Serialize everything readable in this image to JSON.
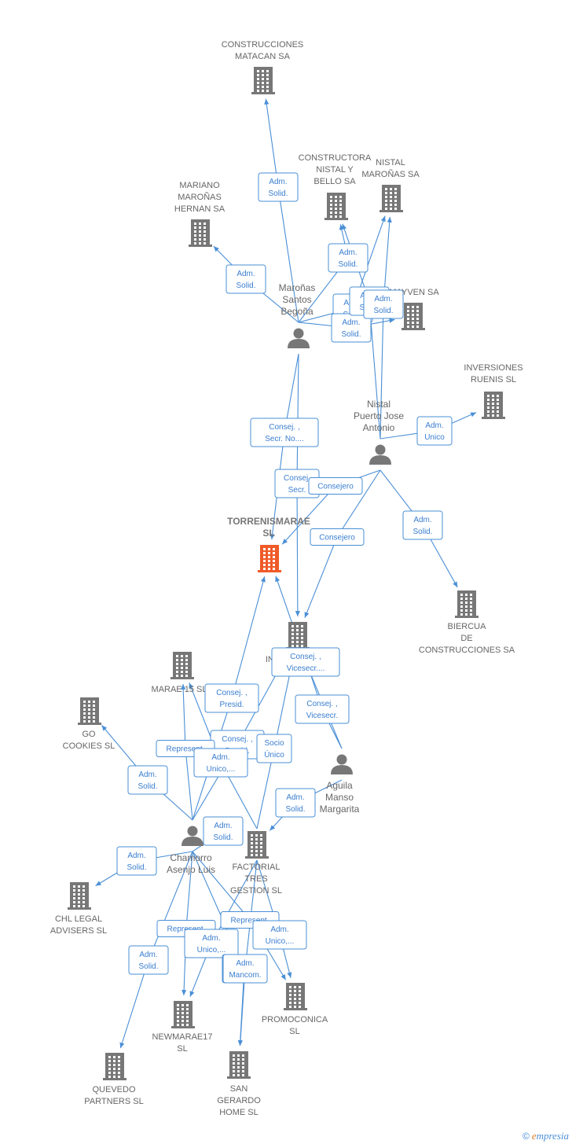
{
  "colors": {
    "edge": "#4a8fd6",
    "company": "#777777",
    "center": "#f05a28",
    "person": "#777777",
    "label": "#666666"
  },
  "footer": {
    "copyright": "©",
    "brand_initial": "e",
    "brand_rest": "mpresia"
  },
  "center_id": "torrenismarae",
  "nodes": [
    {
      "id": "construcciones_matacan",
      "type": "company",
      "lines": [
        "CONSTRUCCIONES",
        "MATACAN SA"
      ]
    },
    {
      "id": "constructora_nistal",
      "type": "company",
      "lines": [
        "CONSTRUCTORA",
        "NISTAL Y",
        "BELLO SA"
      ]
    },
    {
      "id": "nistal_maronas",
      "type": "company",
      "lines": [
        "NISTAL",
        "MAROÑAS SA"
      ]
    },
    {
      "id": "mariano_maronas",
      "type": "company",
      "lines": [
        "MARIANO",
        "MAROÑAS",
        "HERNAN SA"
      ]
    },
    {
      "id": "mayven",
      "type": "company",
      "lines": [
        "MAYVEN SA"
      ]
    },
    {
      "id": "maronas_santos",
      "type": "person",
      "lines": [
        "Maroñas",
        "Santos",
        "Begoña"
      ]
    },
    {
      "id": "inversiones_ruenis",
      "type": "company",
      "lines": [
        "INVERSIONES",
        "RUENIS SL"
      ]
    },
    {
      "id": "nistal_puerto",
      "type": "person",
      "lines": [
        "Nistal",
        "Puerto Jose",
        "Antonio"
      ]
    },
    {
      "id": "torrenismarae",
      "type": "center",
      "lines": [
        "TORRENISMARAE",
        "SL"
      ]
    },
    {
      "id": "biercua",
      "type": "company",
      "lines": [
        "BIERCUA",
        "DE",
        "CONSTRUCCIONES SA"
      ]
    },
    {
      "id": "inv",
      "type": "company",
      "lines": [
        "INV"
      ]
    },
    {
      "id": "marae15",
      "type": "company",
      "lines": [
        "MARAE 15 SL"
      ]
    },
    {
      "id": "go_cookies",
      "type": "company",
      "lines": [
        "GO",
        "COOKIES SL"
      ]
    },
    {
      "id": "aguila_manso",
      "type": "person",
      "lines": [
        "Aguila",
        "Manso",
        "Margarita"
      ]
    },
    {
      "id": "chamorro_asenjo",
      "type": "person",
      "lines": [
        "Chamorro",
        "Asenjo Luis"
      ]
    },
    {
      "id": "factorial_tres",
      "type": "company",
      "lines": [
        "FACTORIAL",
        "TRES",
        "GESTION SL"
      ]
    },
    {
      "id": "chl_legal",
      "type": "company",
      "lines": [
        "CHL LEGAL",
        "ADVISERS SL"
      ]
    },
    {
      "id": "promoconica",
      "type": "company",
      "lines": [
        "PROMOCONICA",
        "SL"
      ]
    },
    {
      "id": "newmarae17",
      "type": "company",
      "lines": [
        "NEWMARAE17",
        "SL"
      ]
    },
    {
      "id": "quevedo_partners",
      "type": "company",
      "lines": [
        "QUEVEDO",
        "PARTNERS SL"
      ]
    },
    {
      "id": "san_gerardo",
      "type": "company",
      "lines": [
        "SAN",
        "GERARDO",
        "HOME SL"
      ]
    }
  ],
  "edges": [
    {
      "from": "maronas_santos",
      "to": "construcciones_matacan",
      "lines": [
        "Adm.",
        "Solid."
      ]
    },
    {
      "from": "maronas_santos",
      "to": "mariano_maronas",
      "lines": [
        "Adm.",
        "Solid."
      ]
    },
    {
      "from": "maronas_santos",
      "to": "constructora_nistal",
      "lines": [
        "Adm.",
        "Solid."
      ]
    },
    {
      "from": "maronas_santos",
      "to": "nistal_maronas",
      "lines": [
        "Adm.",
        "Solid."
      ]
    },
    {
      "from": "maronas_santos",
      "to": "mayven",
      "lines": [
        "Adm.",
        "Solid."
      ]
    },
    {
      "from": "nistal_puerto",
      "to": "constructora_nistal",
      "lines": [
        "Adm.",
        "Solid."
      ]
    },
    {
      "from": "nistal_puerto",
      "to": "nistal_maronas",
      "lines": [
        "Adm.",
        "Solid."
      ]
    },
    {
      "from": "nistal_puerto",
      "to": "inversiones_ruenis",
      "lines": [
        "Adm.",
        "Unico"
      ]
    },
    {
      "from": "nistal_puerto",
      "to": "biercua",
      "lines": [
        "Adm.",
        "Solid."
      ]
    },
    {
      "from": "maronas_santos",
      "to": "torrenismarae",
      "lines": [
        "Consej. ,",
        "Secr. No...."
      ]
    },
    {
      "from": "maronas_santos",
      "to": "inv",
      "lines": [
        "Consej.",
        "Secr."
      ]
    },
    {
      "from": "nistal_puerto",
      "to": "torrenismarae",
      "lines": [
        "Consejero"
      ]
    },
    {
      "from": "nistal_puerto",
      "to": "inv",
      "lines": [
        "Consejero"
      ]
    },
    {
      "from": "aguila_manso",
      "to": "torrenismarae",
      "lines": [
        "Consej. ,",
        "Vicesecr...."
      ]
    },
    {
      "from": "aguila_manso",
      "to": "inv",
      "lines": [
        "Consej. ,",
        "Vicesecr."
      ]
    },
    {
      "from": "aguila_manso",
      "to": "factorial_tres",
      "lines": [
        "Adm.",
        "Solid."
      ]
    },
    {
      "from": "chamorro_asenjo",
      "to": "torrenismarae",
      "lines": [
        "Consej. ,",
        "Presid."
      ]
    },
    {
      "from": "chamorro_asenjo",
      "to": "inv",
      "lines": [
        "Consej. ,",
        "Presid."
      ]
    },
    {
      "from": "chamorro_asenjo",
      "to": "marae15",
      "lines": [
        "Represent."
      ]
    },
    {
      "from": "factorial_tres",
      "to": "marae15",
      "lines": [
        "Adm.",
        "Unico,..."
      ]
    },
    {
      "from": "factorial_tres",
      "to": "inv",
      "lines": [
        "Socio",
        "Único"
      ]
    },
    {
      "from": "chamorro_asenjo",
      "to": "go_cookies",
      "lines": [
        "Adm.",
        "Solid."
      ]
    },
    {
      "from": "chamorro_asenjo",
      "to": "factorial_tres",
      "lines": [
        "Adm.",
        "Solid."
      ]
    },
    {
      "from": "chamorro_asenjo",
      "to": "chl_legal",
      "lines": [
        "Adm.",
        "Solid."
      ]
    },
    {
      "from": "chamorro_asenjo",
      "to": "quevedo_partners",
      "lines": [
        "Adm.",
        "Solid."
      ]
    },
    {
      "from": "chamorro_asenjo",
      "to": "newmarae17",
      "lines": [
        "Represent."
      ]
    },
    {
      "from": "factorial_tres",
      "to": "newmarae17",
      "lines": [
        "Adm.",
        "Unico,..."
      ]
    },
    {
      "from": "chamorro_asenjo",
      "to": "promoconica",
      "lines": [
        "Represent."
      ]
    },
    {
      "from": "factorial_tres",
      "to": "promoconica",
      "lines": [
        "Adm.",
        "Unico,..."
      ]
    },
    {
      "from": "chamorro_asenjo",
      "to": "san_gerardo",
      "lines": [
        "Adm.",
        "Mancom."
      ]
    },
    {
      "from": "factorial_tres",
      "to": "san_gerardo",
      "lines": [
        "Adm.",
        "Mancom."
      ]
    }
  ]
}
